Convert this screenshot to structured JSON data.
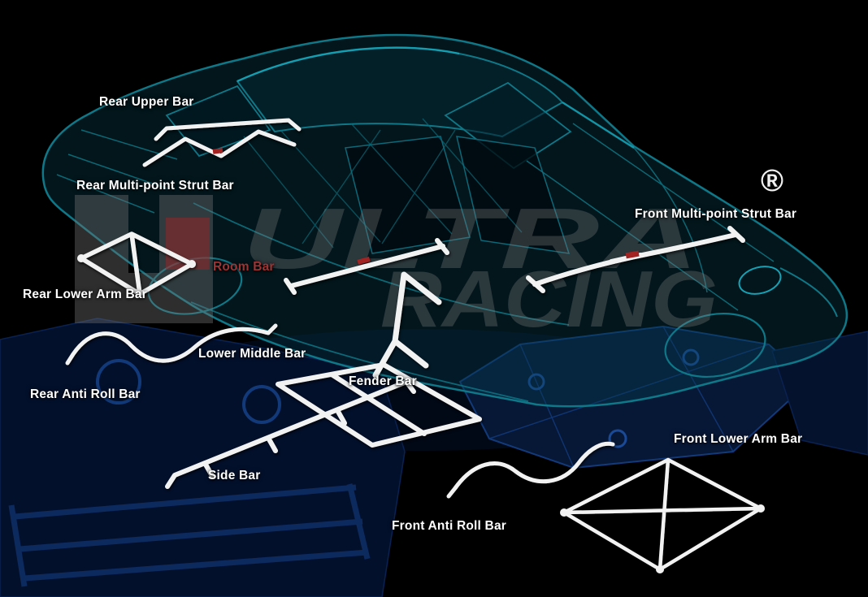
{
  "diagram": {
    "labels": {
      "rear_upper_bar": "Rear Upper Bar",
      "rear_multipoint_strut_bar": "Rear Multi-point Strut Bar",
      "front_multipoint_strut_bar": "Front Multi-point Strut Bar",
      "room_bar": "Room Bar",
      "rear_lower_arm_bar": "Rear Lower Arm Bar",
      "lower_middle_bar": "Lower Middle Bar",
      "fender_bar": "Fender Bar",
      "rear_anti_roll_bar": "Rear Anti Roll Bar",
      "front_lower_arm_bar": "Front Lower Arm Bar",
      "side_bar": "Side Bar",
      "front_anti_roll_bar": "Front Anti Roll Bar"
    },
    "watermark": {
      "line1": "ULTRA",
      "line2": "RACING",
      "registered_mark": "®"
    },
    "colors": {
      "background": "#000000",
      "car_wireframe_teal": "#0e7888",
      "chassis_blue": "#0a2252",
      "bar_white": "#f2f2f2",
      "label_text": "#ffffff",
      "room_bar_label": "#9e3333",
      "watermark_gray": "#808080",
      "watermark_red": "#962626"
    }
  }
}
